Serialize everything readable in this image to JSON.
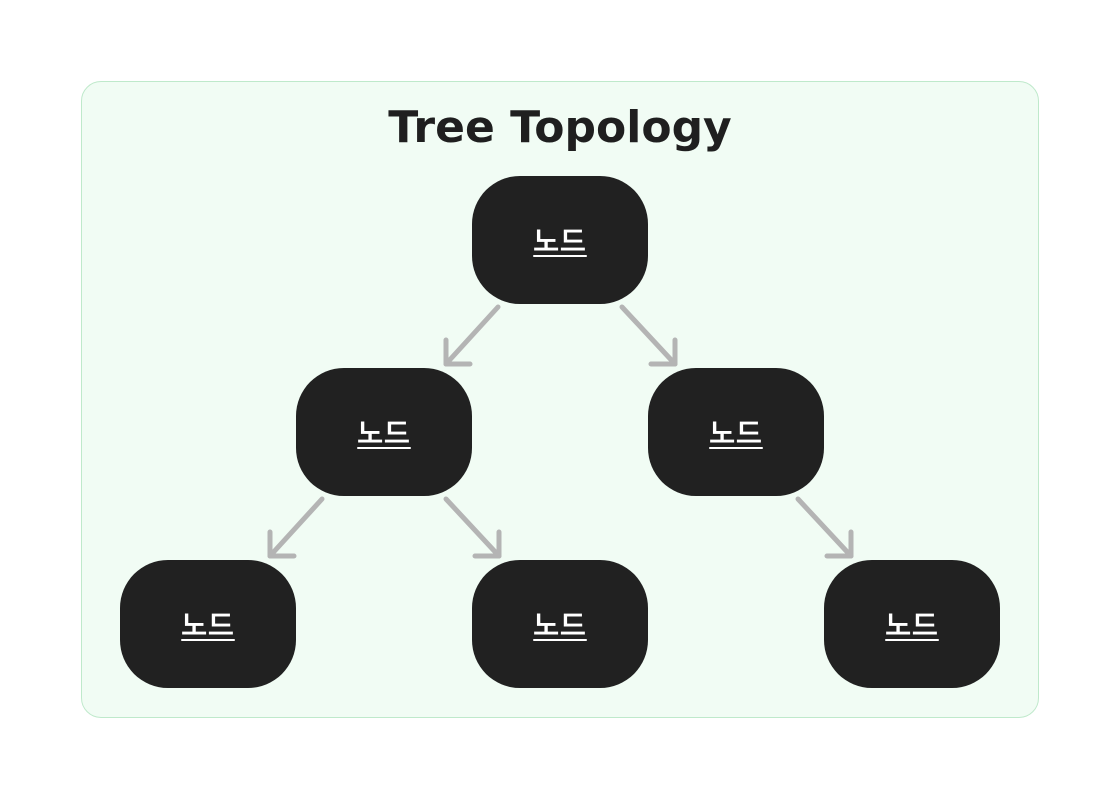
{
  "diagram": {
    "title": "Tree Topology",
    "edge_color": "#b4b4b4",
    "node_color": "#212121",
    "panel_color": "#f1fcf4",
    "nodes": [
      {
        "id": "root",
        "label": "노드"
      },
      {
        "id": "mid-left",
        "label": "노드"
      },
      {
        "id": "mid-right",
        "label": "노드"
      },
      {
        "id": "leaf-1",
        "label": "노드"
      },
      {
        "id": "leaf-2",
        "label": "노드"
      },
      {
        "id": "leaf-3",
        "label": "노드"
      }
    ],
    "edges": [
      {
        "from": "root",
        "to": "mid-left"
      },
      {
        "from": "root",
        "to": "mid-right"
      },
      {
        "from": "mid-left",
        "to": "leaf-1"
      },
      {
        "from": "mid-left",
        "to": "leaf-2"
      },
      {
        "from": "mid-right",
        "to": "leaf-3"
      }
    ]
  }
}
